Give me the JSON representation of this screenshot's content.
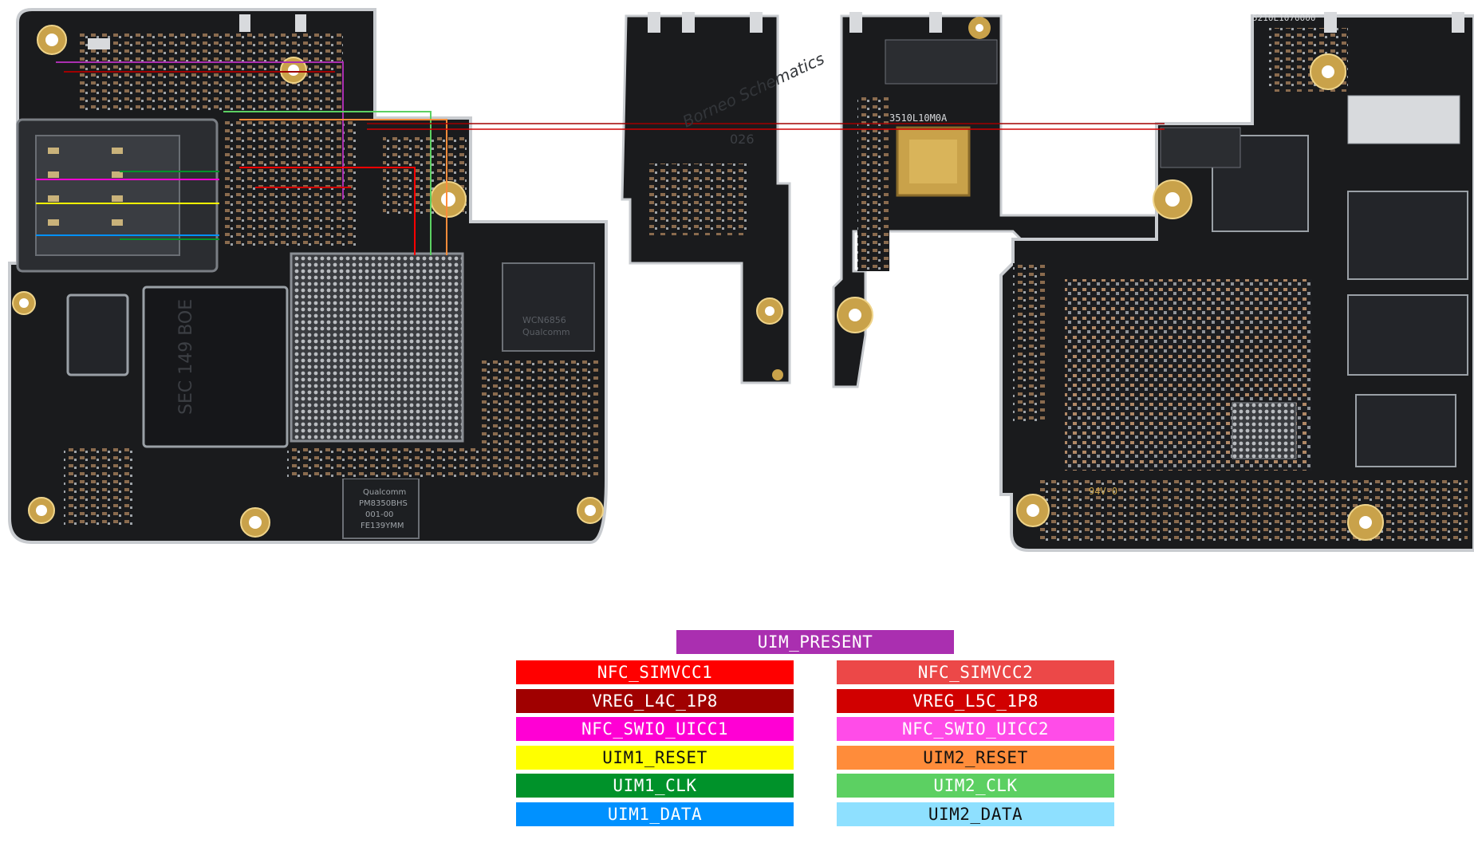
{
  "board": {
    "chip_labels": {
      "a": "3510L10M0A",
      "b": "5210L1070000",
      "c": "Qualcomm",
      "d": "PM8350BHS",
      "e": "001-00",
      "f": "FE139YMM",
      "g": "026",
      "h": "94V-0",
      "i": "SEC 149 BOE",
      "j": "Qualcomm",
      "k": "WCN6856"
    },
    "watermark": "Borneo Schematics",
    "colors": {
      "pcb": "#1a1b1d",
      "outline": "#c9ccd0",
      "gold": "#c9a24a",
      "accent": "#d8232a"
    }
  },
  "legend": {
    "uim_present": {
      "label": "UIM_PRESENT",
      "color": "#aa2fb0"
    },
    "left": [
      {
        "label": "NFC_SIMVCC1",
        "color": "#ff0000"
      },
      {
        "label": "VREG_L4C_1P8",
        "color": "#a00000"
      },
      {
        "label": "NFC_SWIO_UICC1",
        "color": "#ff00d4"
      },
      {
        "label": "UIM1_RESET",
        "color": "#ffff00"
      },
      {
        "label": "UIM1_CLK",
        "color": "#00922a"
      },
      {
        "label": "UIM1_DATA",
        "color": "#0091ff"
      }
    ],
    "right": [
      {
        "label": "NFC_SIMVCC2",
        "color": "#ec4848"
      },
      {
        "label": "VREG_L5C_1P8",
        "color": "#d10000"
      },
      {
        "label": "NFC_SWIO_UICC2",
        "color": "#ff4ce8"
      },
      {
        "label": "UIM2_RESET",
        "color": "#ff8c3a"
      },
      {
        "label": "UIM2_CLK",
        "color": "#5cd062"
      },
      {
        "label": "UIM2_DATA",
        "color": "#8ee0ff"
      }
    ]
  }
}
